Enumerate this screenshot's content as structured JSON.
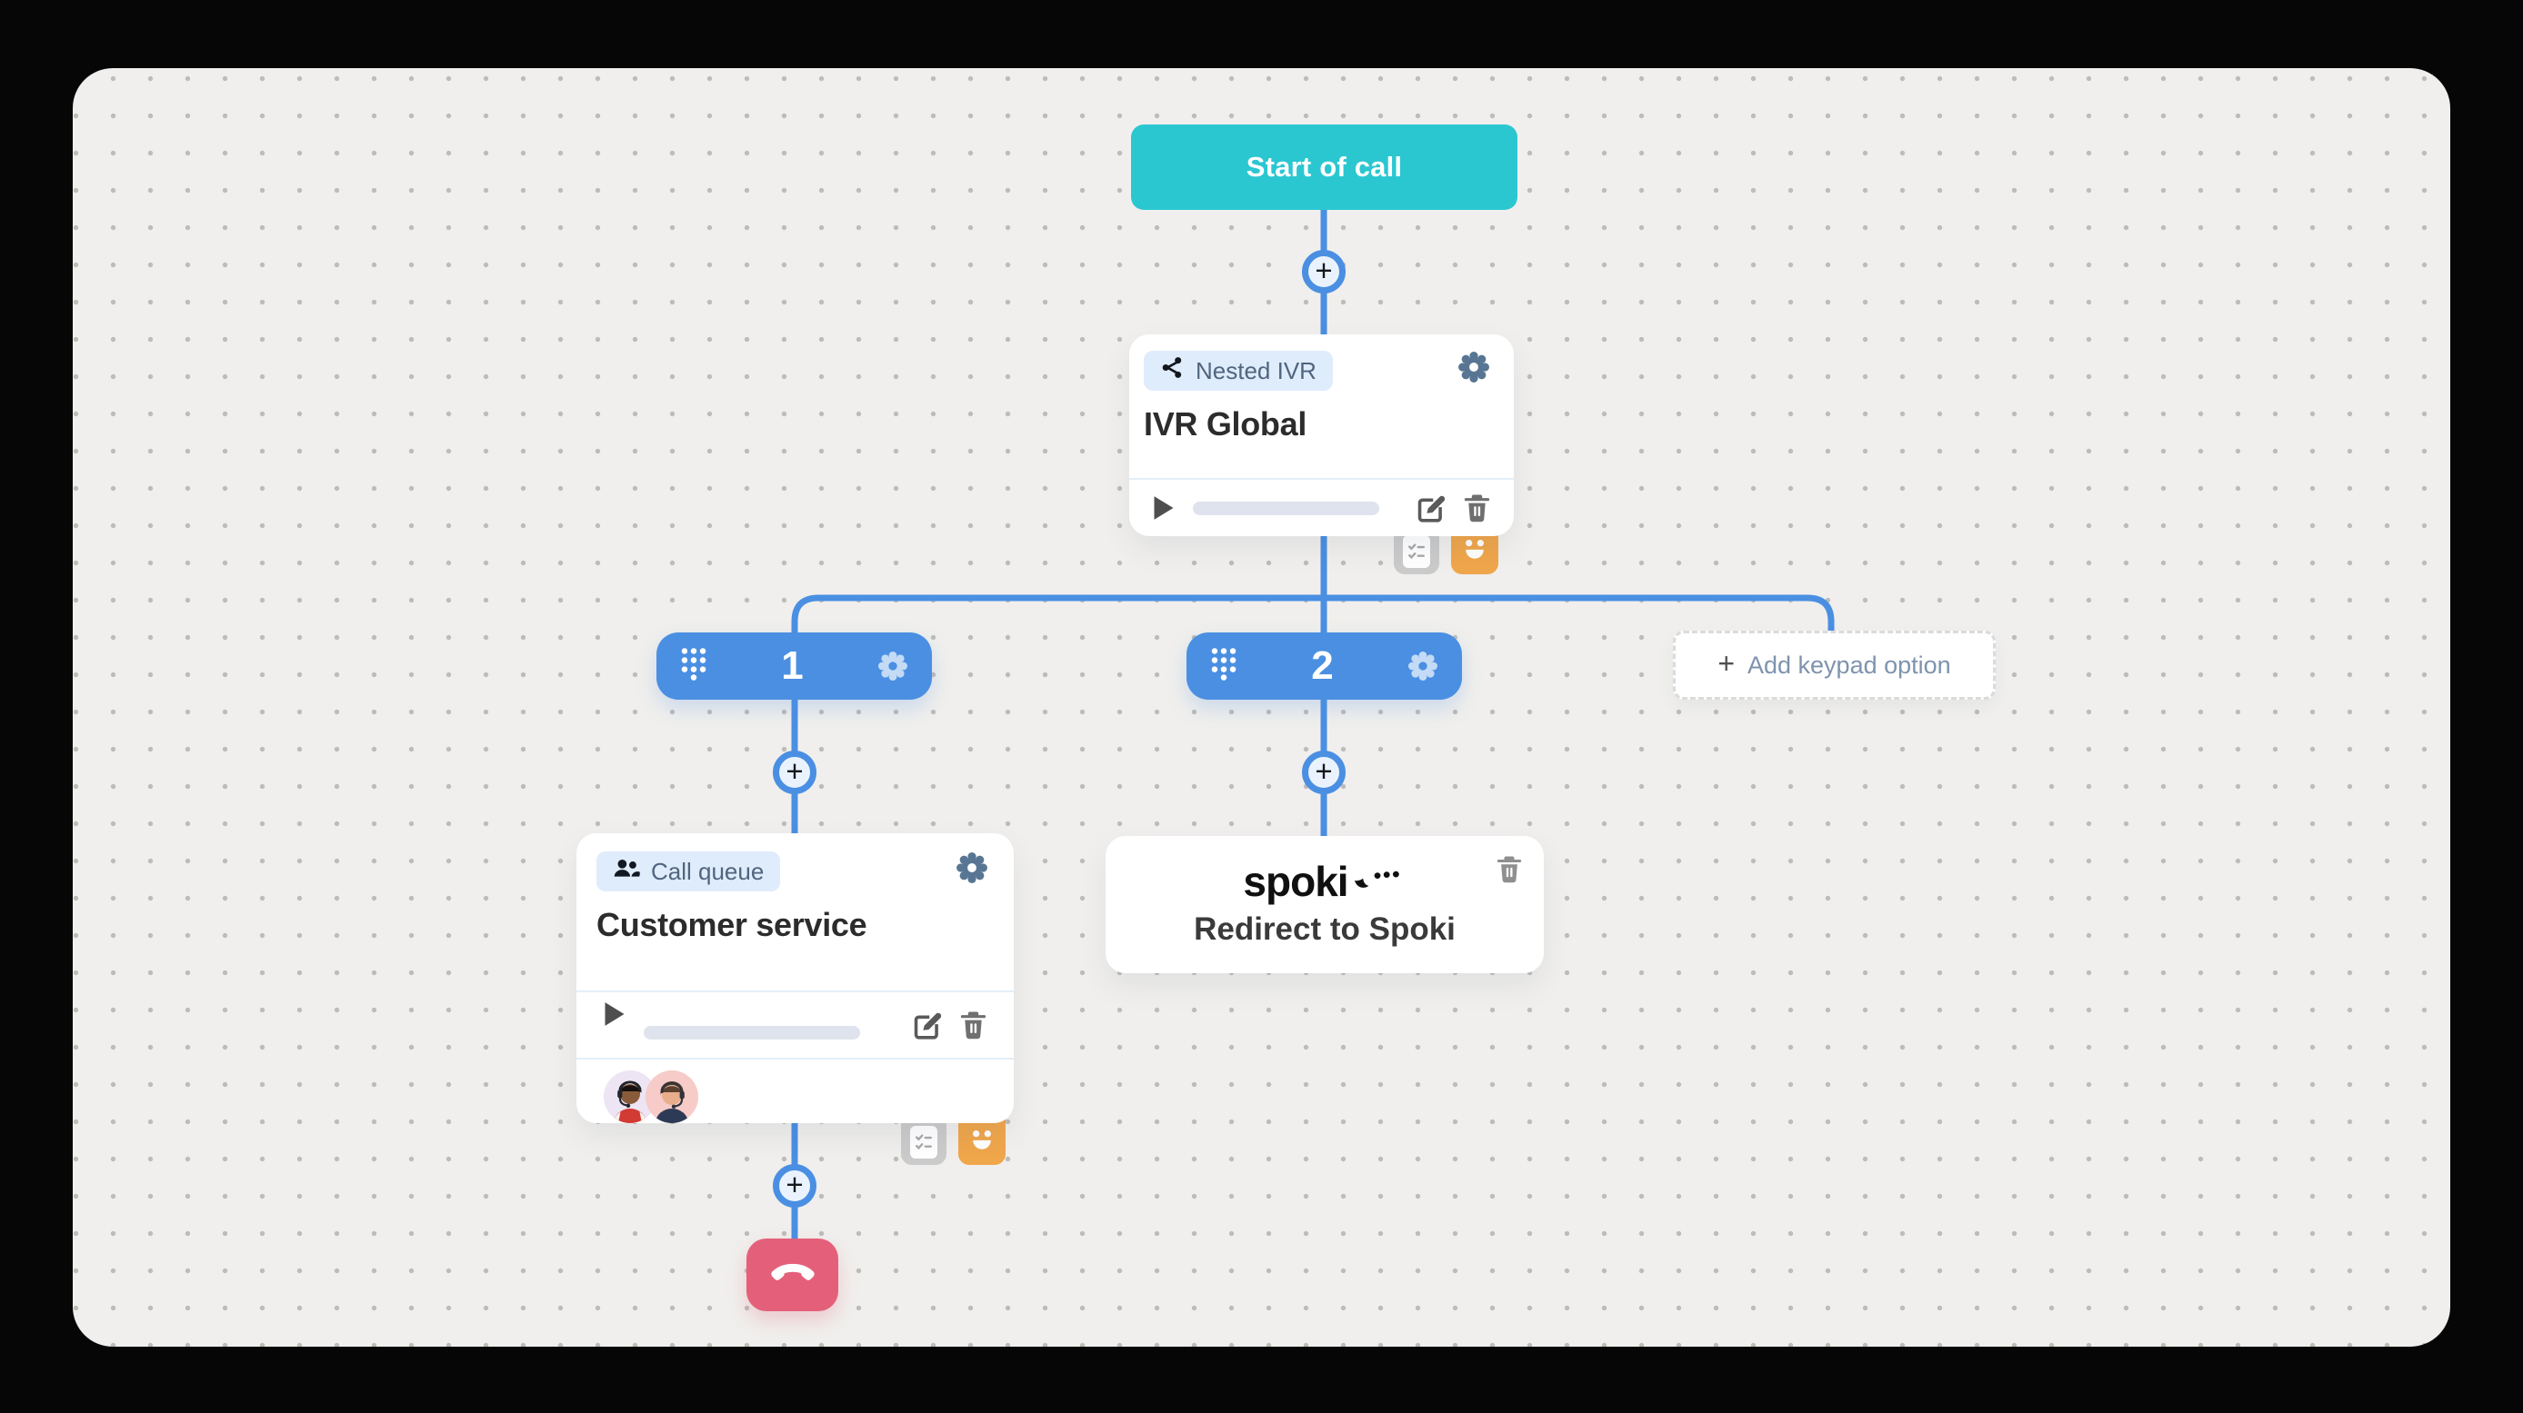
{
  "flow": {
    "start_label": "Start of call",
    "plus": "+",
    "ivr_card": {
      "badge": "Nested IVR",
      "title": "IVR Global"
    },
    "keypad_options": [
      {
        "label": "1"
      },
      {
        "label": "2"
      }
    ],
    "add_keypad_label": "Add keypad option",
    "call_queue_card": {
      "badge": "Call queue",
      "title": "Customer service"
    },
    "spoki_card": {
      "logo_text": "spoki",
      "title": "Redirect to Spoki"
    }
  },
  "colors": {
    "start_teal": "#2BC7D1",
    "flow_blue": "#4A8FE2",
    "badge_bg": "#DFECFB",
    "badge_text": "#51657F",
    "gear_slate": "#587693",
    "canvas_bg": "#F0EFED",
    "chip_gray": "#CBCBCB",
    "chip_orange": "#F0A64B",
    "hangup_red": "#E4607A"
  }
}
